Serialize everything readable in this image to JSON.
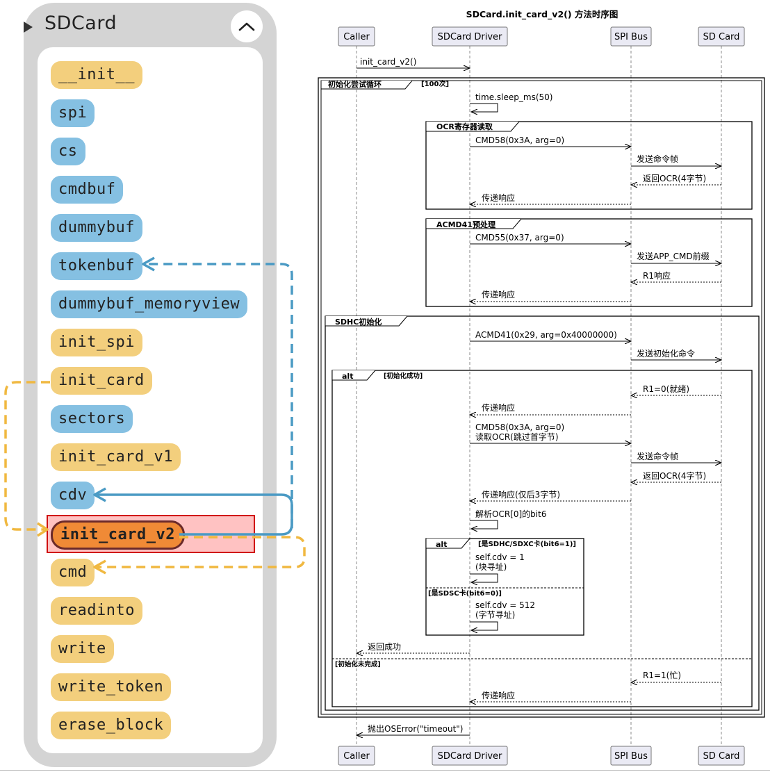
{
  "panel": {
    "title": "SDCard",
    "members": [
      {
        "label": "__init__",
        "kind": "method"
      },
      {
        "label": "spi",
        "kind": "attr"
      },
      {
        "label": "cs",
        "kind": "attr"
      },
      {
        "label": "cmdbuf",
        "kind": "attr"
      },
      {
        "label": "dummybuf",
        "kind": "attr"
      },
      {
        "label": "tokenbuf",
        "kind": "attr"
      },
      {
        "label": "dummybuf_memoryview",
        "kind": "attr"
      },
      {
        "label": "init_spi",
        "kind": "method"
      },
      {
        "label": "init_card",
        "kind": "method"
      },
      {
        "label": "sectors",
        "kind": "attr"
      },
      {
        "label": "init_card_v1",
        "kind": "method"
      },
      {
        "label": "cdv",
        "kind": "attr"
      },
      {
        "label": "init_card_v2",
        "kind": "active"
      },
      {
        "label": "cmd",
        "kind": "method"
      },
      {
        "label": "readinto",
        "kind": "method"
      },
      {
        "label": "write",
        "kind": "method"
      },
      {
        "label": "write_token",
        "kind": "method"
      },
      {
        "label": "erase_block",
        "kind": "method"
      }
    ]
  },
  "colors": {
    "method": "#f3cf7d",
    "attr": "#85c0e2",
    "active": "#f08a36",
    "arrow_blue": "#4a9ac4",
    "arrow_orange": "#f0b840",
    "highlight_border": "#d01010"
  },
  "diagram": {
    "title": "SDCard.init_card_v2() 方法时序图",
    "participants": [
      "Caller",
      "SDCard Driver",
      "SPI Bus",
      "SD Card"
    ],
    "loop": {
      "label": "初始化尝试循环",
      "condition": "[100次]"
    },
    "group_ocr": "OCR寄存器读取",
    "group_acmd41": "ACMD41预处理",
    "group_sdhc": "SDHC初始化",
    "alt_init": {
      "label": "alt",
      "condition": "[初始化成功]",
      "else": "[初始化未完成]"
    },
    "alt_cdv": {
      "label": "alt",
      "condition": "[是SDHC/SDXC卡(bit6=1)]",
      "else": "[是SDSC卡(bit6=0)]"
    },
    "messages": {
      "m1": "init_card_v2()",
      "m2": "time.sleep_ms(50)",
      "m3": "CMD58(0x3A, arg=0)",
      "m4": "发送命令帧",
      "m5": "返回OCR(4字节)",
      "m6": "传递响应",
      "m7": "CMD55(0x37, arg=0)",
      "m8": "发送APP_CMD前缀",
      "m9": "R1响应",
      "m10": "传递响应",
      "m11": "ACMD41(0x29, arg=0x40000000)",
      "m12": "发送初始化命令",
      "m13": "R1=0(就绪)",
      "m14": "传递响应",
      "m15a": "CMD58(0x3A, arg=0)",
      "m15b": "读取OCR(跳过首字节)",
      "m16": "发送命令帧",
      "m17": "返回OCR(4字节)",
      "m18": "传递响应(仅后3字节)",
      "m19": "解析OCR[0]的bit6",
      "m20a": "self.cdv = 1",
      "m20b": "(块寻址)",
      "m21a": "self.cdv = 512",
      "m21b": "(字节寻址)",
      "m22": "返回成功",
      "m23": "R1=1(忙)",
      "m24": "传递响应",
      "m25": "抛出OSError(\"timeout\")"
    }
  }
}
